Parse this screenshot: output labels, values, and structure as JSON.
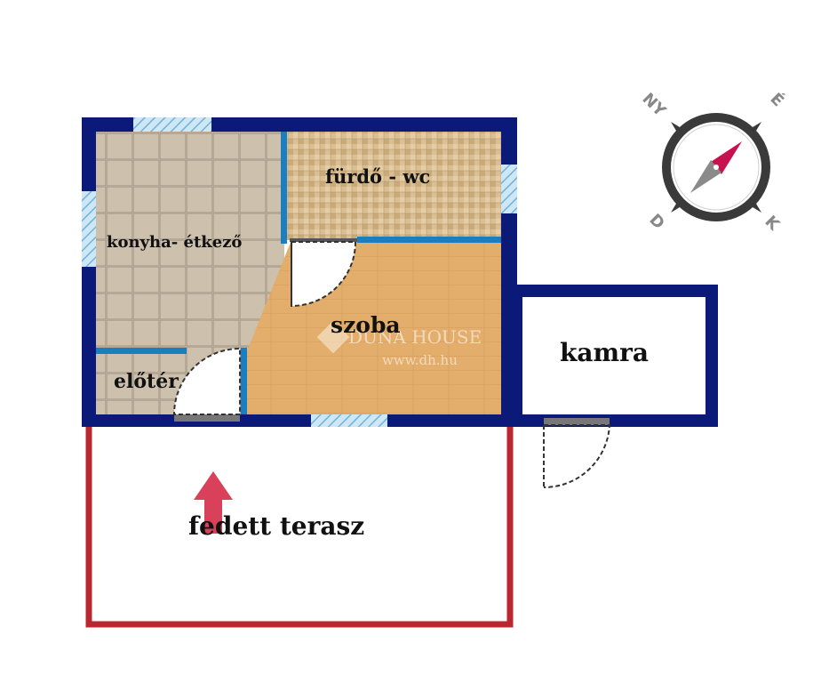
{
  "rooms": {
    "kitchen": "konyha- étkező",
    "bathroom": "fürdő - wc",
    "room": "szoba",
    "hall": "előtér",
    "pantry": "kamra",
    "terrace": "fedett terasz"
  },
  "compass": {
    "north_west": "NY",
    "east": "É",
    "south": "D",
    "south_east": "K"
  },
  "watermark": {
    "brand": "DUNA HOUSE",
    "url": "www.dh.hu"
  },
  "colors": {
    "wall": "#0b1a78",
    "inner_wall": "#1a7fc0",
    "terrace_outline": "#b8282e",
    "entrance_arrow": "#d9415a",
    "wood_floor": "#e3ad6b",
    "tile_floor": "#cdc0ad",
    "mosaic_floor": "#d9bf93",
    "compass_needle": "#c8114f"
  }
}
